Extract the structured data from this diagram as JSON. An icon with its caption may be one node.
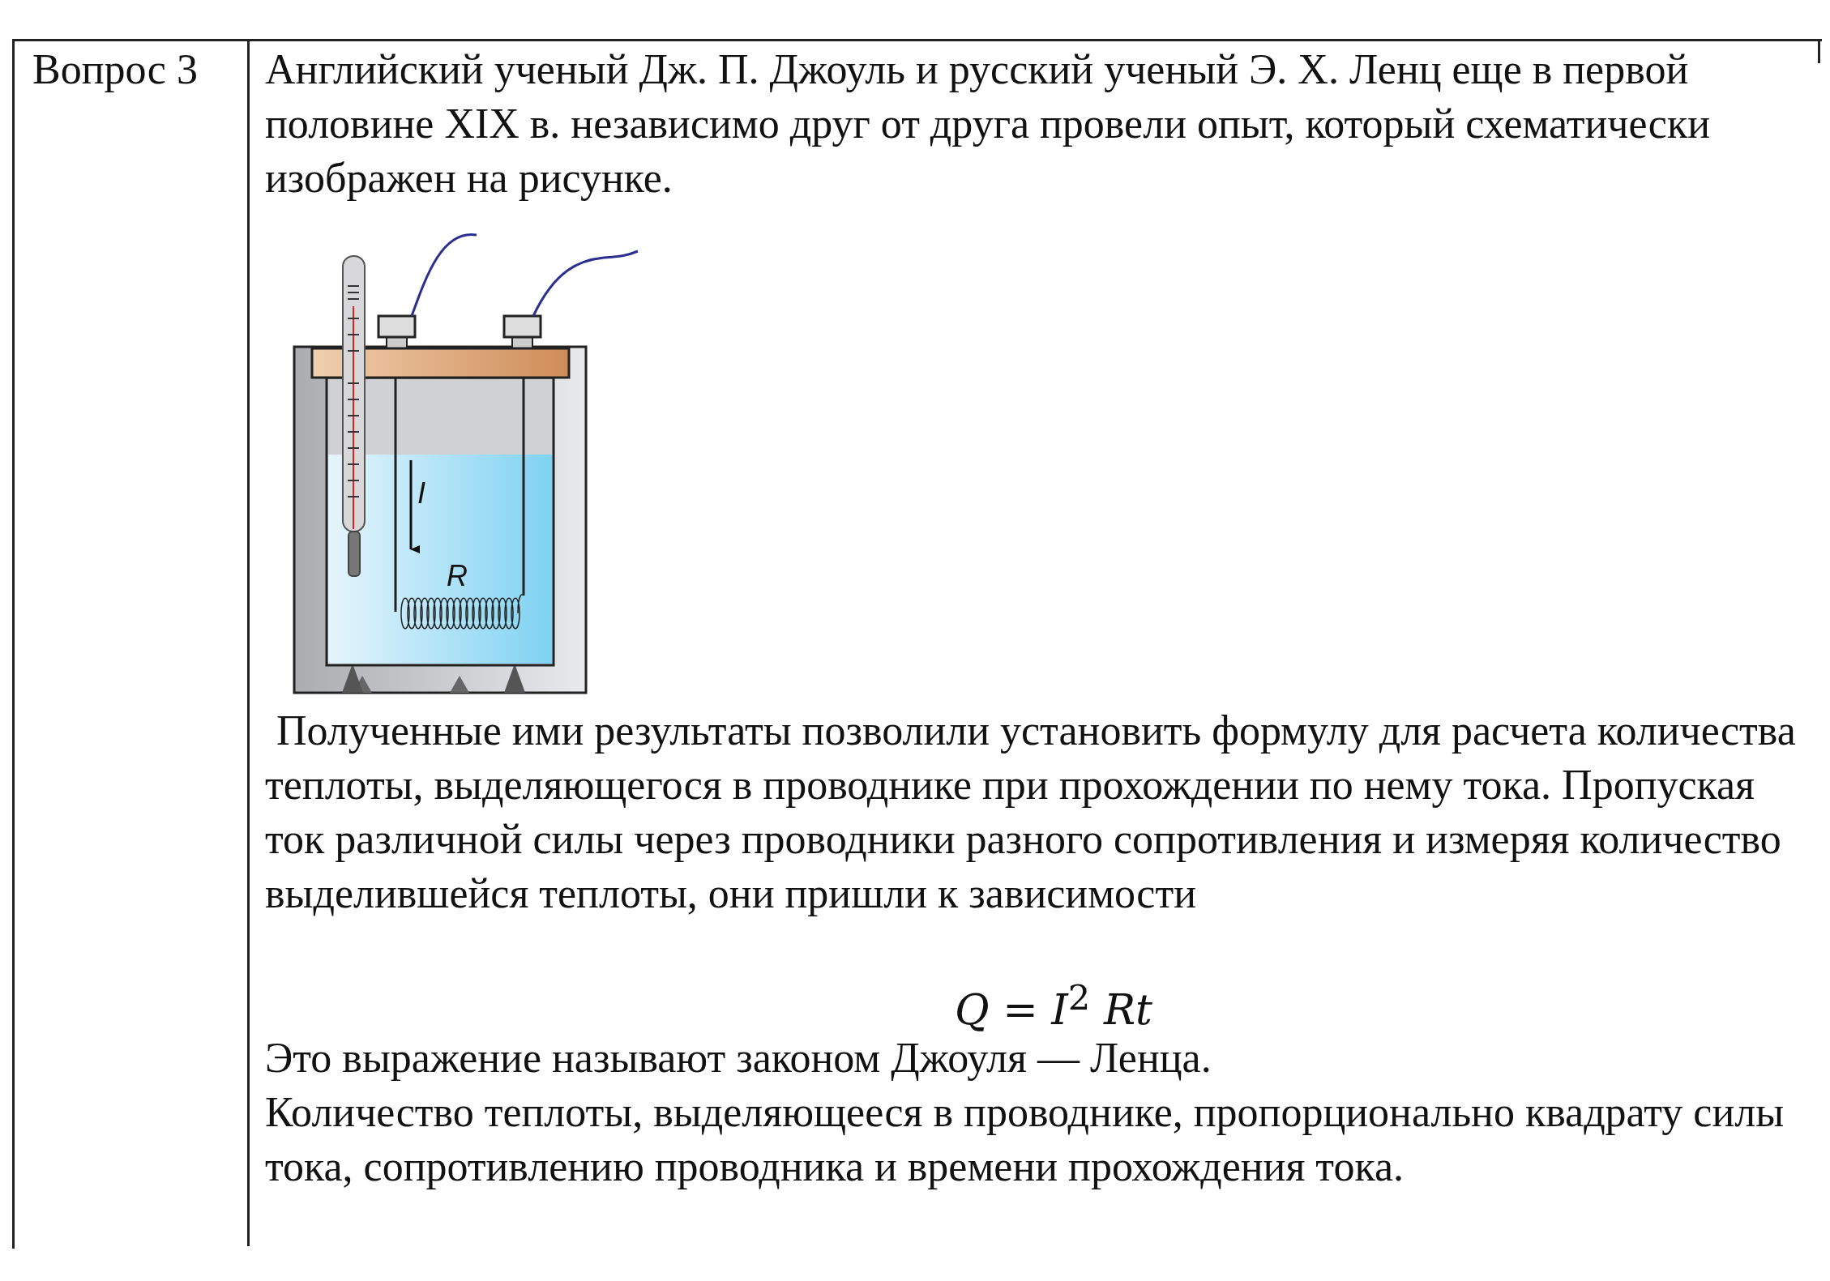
{
  "diagram": {
    "labels": [
      "Вопрос 3",
      "Английский ученый Дж. П. Джоуль и русский ученый Э. Х. Ленц еще в первой половине XIX в. независимо друг от друга провели опыт, который схематически изображен на рисунке.",
      "I",
      "R",
      "Полученные ими результаты позволили установить формулу для расчета количества теплоты, выделяющегося в проводнике при прохождении по нему тока. Пропуская ток различной силы через проводники разного сопротивления и измеряя количество выделившейся теплоты, они пришли к зависимости",
      "*Q* = *I*$^{2}$ *Rt*",
      "Это выражение называют законом Джоуля — Ленца.",
      "Количество теплоты, выделяющееся в проводнике, пропорционально квадрату силы тока, сопротивлению проводника и времени прохождения тока."
    ]
  }
}
